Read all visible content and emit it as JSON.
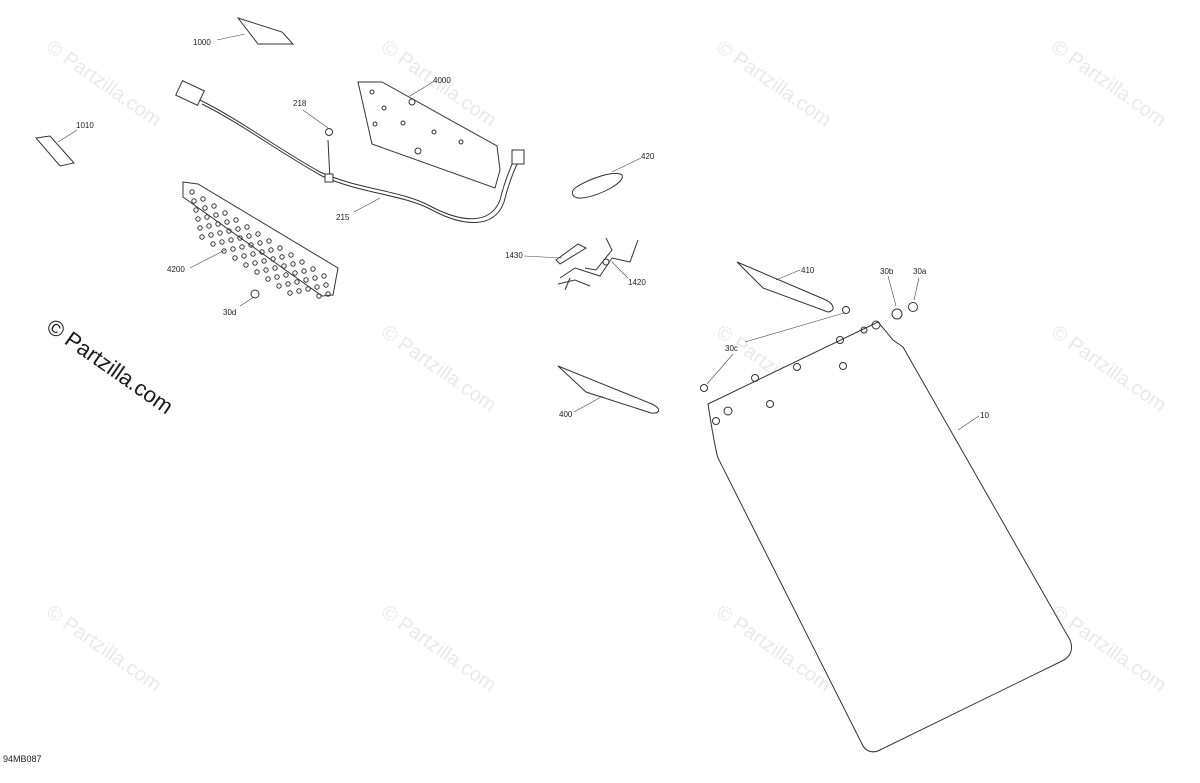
{
  "watermark": {
    "text": "© Partzilla.com",
    "main_text": "© Partzilla.com"
  },
  "diagram_code": "94MB087",
  "callouts": {
    "c1000": "1000",
    "c1010": "1010",
    "c218": "218",
    "c4000": "4000",
    "c215": "215",
    "c420": "420",
    "c4200": "4200",
    "c30d": "30d",
    "c1430": "1430",
    "c1420": "1420",
    "c410": "410",
    "c30b": "30b",
    "c30a": "30a",
    "c30c": "30c",
    "c400": "400",
    "c10": "10"
  }
}
